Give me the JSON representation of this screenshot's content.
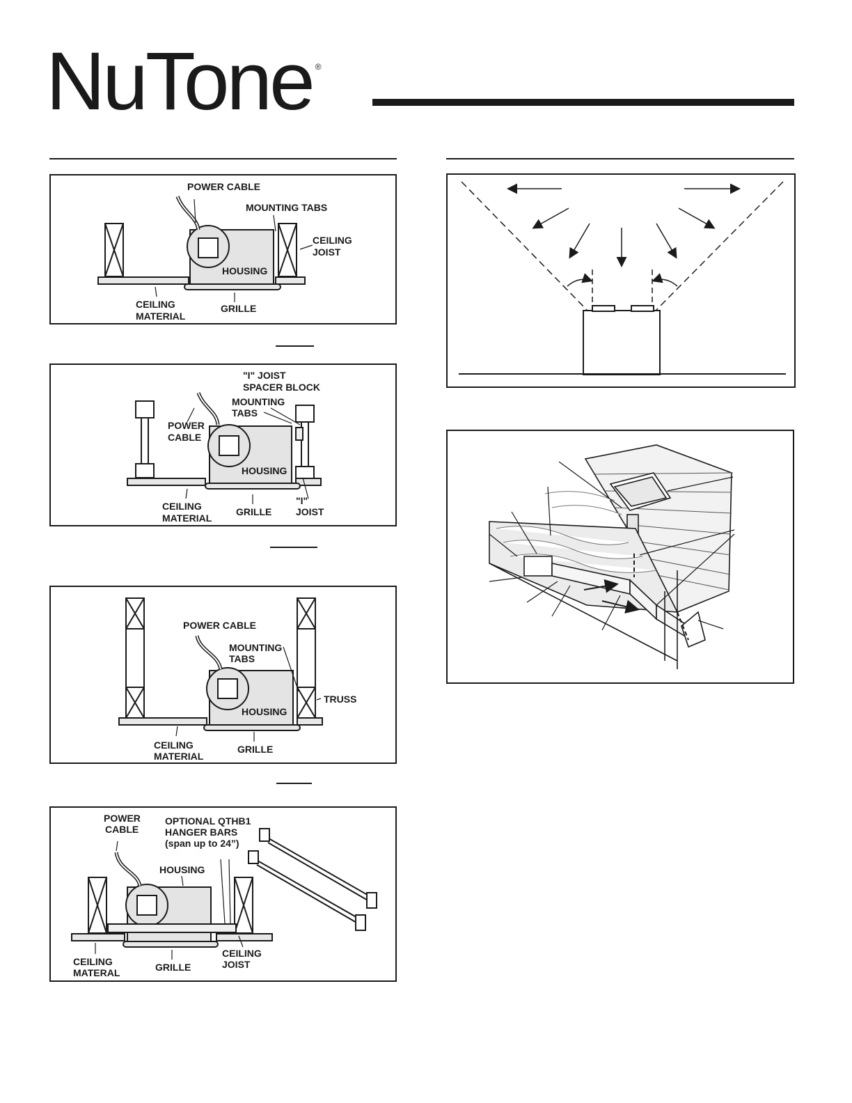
{
  "brand": {
    "name": "NuTone",
    "mark": "®"
  },
  "fig1": {
    "power_cable": "POWER CABLE",
    "mounting_tabs": "MOUNTING TABS",
    "ceiling_joist_1": "CEILING",
    "ceiling_joist_2": "JOIST",
    "housing": "HOUSING",
    "ceiling_material_1": "CEILING",
    "ceiling_material_2": "MATERIAL",
    "grille": "GRILLE"
  },
  "fig2": {
    "i_joist_spacer_1": "\"I\" JOIST",
    "i_joist_spacer_2": "SPACER BLOCK",
    "mounting_tabs_1": "MOUNTING",
    "mounting_tabs_2": "TABS",
    "power_cable_1": "POWER",
    "power_cable_2": "CABLE",
    "housing": "HOUSING",
    "ceiling_material_1": "CEILING",
    "ceiling_material_2": "MATERIAL",
    "grille": "GRILLE",
    "i_joist_1": "\"I\"",
    "i_joist_2": "JOIST"
  },
  "fig3": {
    "power_cable": "POWER CABLE",
    "mounting_tabs_1": "MOUNTING",
    "mounting_tabs_2": "TABS",
    "truss": "TRUSS",
    "housing": "HOUSING",
    "ceiling_material_1": "CEILING",
    "ceiling_material_2": "MATERIAL",
    "grille": "GRILLE"
  },
  "fig4": {
    "power_cable_1": "POWER",
    "power_cable_2": "CABLE",
    "hanger_1": "OPTIONAL QTHB1",
    "hanger_2": "HANGER BARS",
    "hanger_3": "(span up to 24”)",
    "housing": "HOUSING",
    "ceiling_material_1": "CEILING",
    "ceiling_material_2": "MATERAL",
    "grille": "GRILLE",
    "ceiling_joist_1": "CEILING",
    "ceiling_joist_2": "JOIST"
  }
}
